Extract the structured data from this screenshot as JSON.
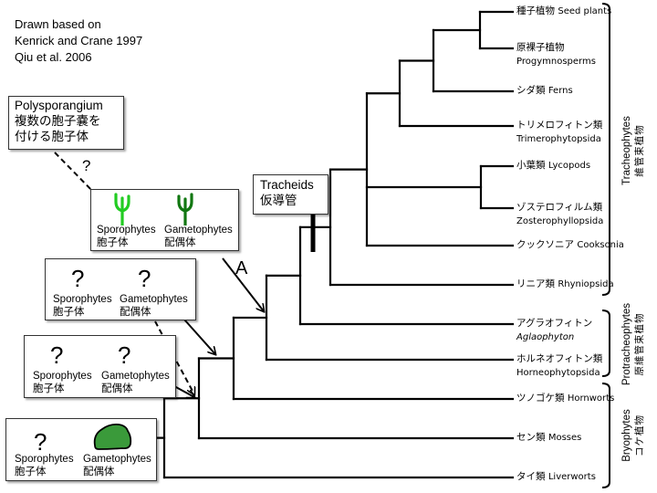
{
  "credit": {
    "lines": [
      "Drawn based on",
      "Kenrick and Crane 1997",
      "Qiu et al. 2006"
    ]
  },
  "polysporangium_box": {
    "title_en": "Polysporangium",
    "title_jp_line1": "複数の胞子嚢を",
    "title_jp_line2": "付ける胞子体",
    "question": "?"
  },
  "tracheids_box": {
    "title_en": "Tracheids",
    "title_jp": "仮導管"
  },
  "arrow_label": "A",
  "life_cycle_boxes": [
    {
      "id": "tracheophyte-ancestor",
      "sporophyte": {
        "icon": "branched-sporophyte-icon",
        "en": "Sporophytes",
        "jp": "胞子体",
        "color": "#22cc22"
      },
      "gametophyte": {
        "icon": "branched-gametophyte-icon",
        "en": "Gametophytes",
        "jp": "配偶体",
        "color": "#117711"
      }
    },
    {
      "id": "polysporangiophyte-ancestor",
      "sporophyte": {
        "icon": "question-mark",
        "symbol": "?",
        "en": "Sporophytes",
        "jp": "胞子体"
      },
      "gametophyte": {
        "icon": "question-mark",
        "symbol": "?",
        "en": "Gametophytes",
        "jp": "配偶体"
      }
    },
    {
      "id": "moss-hornwort-ancestor",
      "sporophyte": {
        "icon": "question-mark",
        "symbol": "?",
        "en": "Sporophytes",
        "jp": "胞子体"
      },
      "gametophyte": {
        "icon": "question-mark",
        "symbol": "?",
        "en": "Gametophytes",
        "jp": "配偶体"
      }
    },
    {
      "id": "land-plant-ancestor",
      "sporophyte": {
        "icon": "question-mark",
        "symbol": "?",
        "en": "Sporophytes",
        "jp": "胞子体"
      },
      "gametophyte": {
        "icon": "thalloid-gametophyte-icon",
        "en": "Gametophytes",
        "jp": "配偶体",
        "color": "#3a9a3a"
      }
    }
  ],
  "taxa": [
    {
      "jp": "種子植物",
      "en": "Seed plants",
      "inline": true
    },
    {
      "jp": "原裸子植物",
      "en": "Progymnosperms",
      "inline": false
    },
    {
      "jp": "シダ類",
      "en": "Ferns",
      "inline": true
    },
    {
      "jp": "トリメロフィトン類",
      "en": "Trimerophytopsida",
      "inline": false
    },
    {
      "jp": "小葉類",
      "en": "Lycopods",
      "inline": true
    },
    {
      "jp": "ゾステロフィルム類",
      "en": "Zosterophyllopsida",
      "inline": false
    },
    {
      "jp": "クックソニア",
      "en": "Cooksonia",
      "inline": true
    },
    {
      "jp": "リニア類",
      "en": "Rhyniopsida",
      "inline": true
    },
    {
      "jp": "アグラオフィトン",
      "en": "Aglaophyton",
      "inline": false,
      "italic": true
    },
    {
      "jp": "ホルネオフィトン類",
      "en": "Horneophytopsida",
      "inline": false
    },
    {
      "jp": "ツノゴケ類",
      "en": "Hornworts",
      "inline": true
    },
    {
      "jp": "セン類",
      "en": "Mosses",
      "inline": true
    },
    {
      "jp": "タイ類",
      "en": "Liverworts",
      "inline": true
    }
  ],
  "groups": [
    {
      "en": "Tracheophytes",
      "jp": "維管束植物"
    },
    {
      "en": "Protracheophytes",
      "jp": "原維管束植物"
    },
    {
      "en": "Bryophytes",
      "jp": "コケ植物"
    }
  ],
  "colors": {
    "line": "#000000",
    "sporophyte_green": "#22cc22",
    "gametophyte_green": "#117711",
    "thallus_green": "#3a9a3a"
  }
}
